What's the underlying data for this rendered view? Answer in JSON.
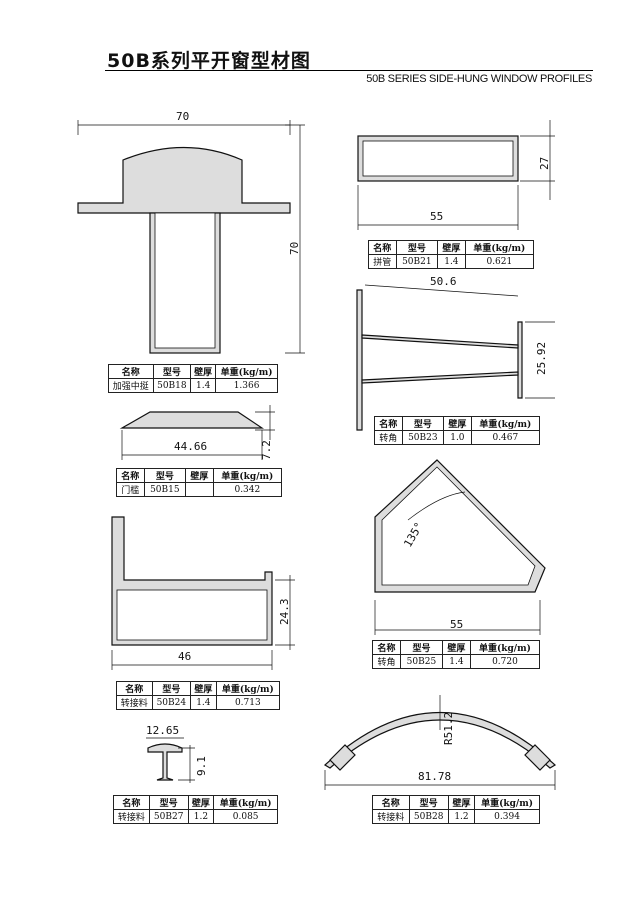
{
  "header": {
    "title": "50B系列平开窗型材图",
    "subtitle": "50B SERIES SIDE-HUNG WINDOW PROFILES"
  },
  "table_headers": {
    "name": "名称",
    "model": "型号",
    "thickness": "壁厚",
    "weight": "单重(kg/m)"
  },
  "profiles": [
    {
      "name": "加强中挺",
      "model": "50B18",
      "thickness": "1.4",
      "weight": "1.366",
      "dims": [
        "70",
        "70"
      ]
    },
    {
      "name": "门槛",
      "model": "50B15",
      "thickness": "",
      "weight": "0.342",
      "dims": [
        "44.66",
        "7.2"
      ]
    },
    {
      "name": "拼管",
      "model": "50B21",
      "thickness": "1.4",
      "weight": "0.621",
      "dims": [
        "55",
        "27"
      ]
    },
    {
      "name": "转角",
      "model": "50B23",
      "thickness": "1.0",
      "weight": "0.467",
      "dims": [
        "50.6",
        "25.92"
      ]
    },
    {
      "name": "转角",
      "model": "50B25",
      "thickness": "1.4",
      "weight": "0.720",
      "dims": [
        "55",
        "135°"
      ]
    },
    {
      "name": "转接料",
      "model": "50B24",
      "thickness": "1.4",
      "weight": "0.713",
      "dims": [
        "46",
        "24.3"
      ]
    },
    {
      "name": "转接料",
      "model": "50B27",
      "thickness": "1.2",
      "weight": "0.085",
      "dims": [
        "12.65",
        "9.1"
      ]
    },
    {
      "name": "转接料",
      "model": "50B28",
      "thickness": "1.2",
      "weight": "0.394",
      "dims": [
        "81.78",
        "R51.2"
      ]
    }
  ]
}
